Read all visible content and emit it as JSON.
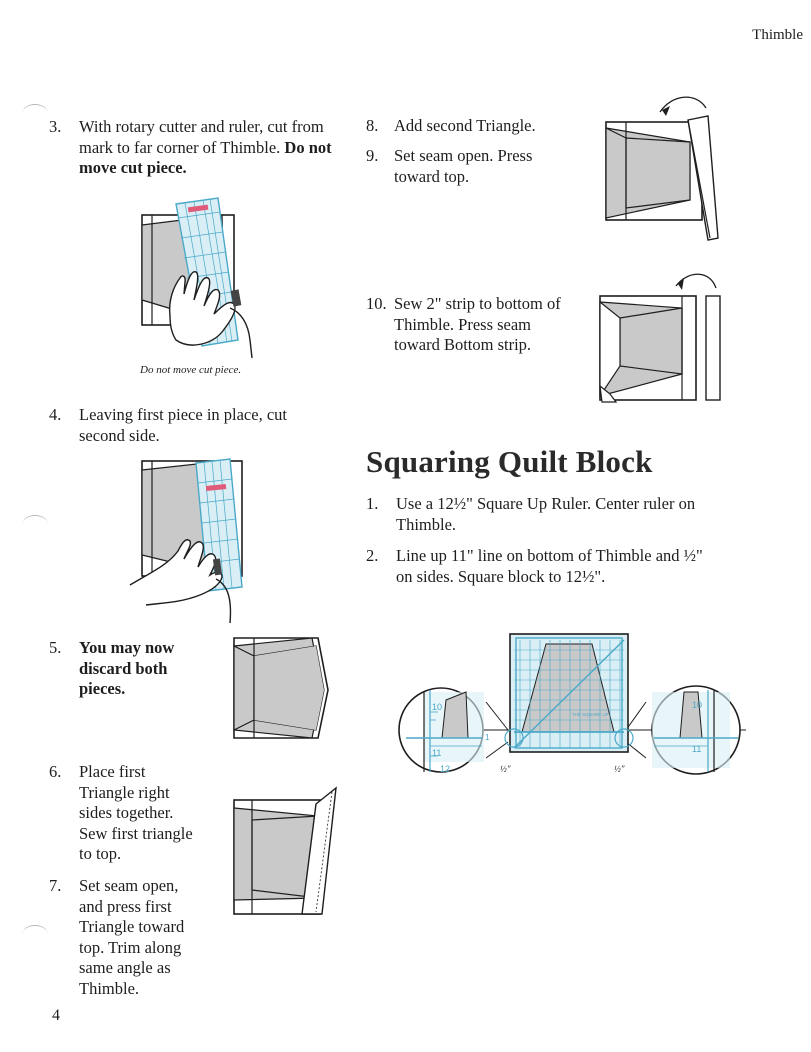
{
  "header": {
    "title": "Thimble"
  },
  "page_number": "4",
  "left_steps": [
    {
      "num": "3.",
      "text": "With rotary cutter and ruler, cut from mark to far corner of Thimble.",
      "bold": "Do not move cut piece."
    },
    {
      "num": "4.",
      "text": "Leaving first piece in place, cut second side."
    },
    {
      "num": "5.",
      "bold": "You may now discard both pieces."
    },
    {
      "num": "6.",
      "text": "Place first Triangle right sides together. Sew first triangle to top."
    },
    {
      "num": "7.",
      "text": "Set seam open, and press first Triangle toward top. Trim along same angle as Thimble."
    }
  ],
  "figure_caption": "Do not move cut piece.",
  "right_steps": [
    {
      "num": "8.",
      "text": "Add second Triangle."
    },
    {
      "num": "9.",
      "text": "Set seam open. Press toward top."
    },
    {
      "num": "10.",
      "text": "Sew 2\" strip to bottom of Thimble. Press seam toward Bottom strip."
    }
  ],
  "section": {
    "title": "Squaring Quilt Block",
    "steps": [
      {
        "num": "1.",
        "text": "Use a 12½\" Square Up Ruler. Center ruler on Thimble."
      },
      {
        "num": "2.",
        "text": "Line up 11\" line on bottom of Thimble and ½\" on sides. Square block to 12½\"."
      }
    ]
  },
  "ruler_labels": {
    "left_10": "10",
    "left_11": "11",
    "left_12": "12",
    "right_10": "10",
    "right_11": "11",
    "center_1": "1",
    "half_left": "½\"",
    "half_right": "½\"",
    "brand": "THE SQUARE UP"
  },
  "colors": {
    "ink": "#1e1e1e",
    "gray_fill": "#c9c9c9",
    "ruler_blue": "#4aa9c9",
    "ruler_tint": "#d9eef5"
  }
}
